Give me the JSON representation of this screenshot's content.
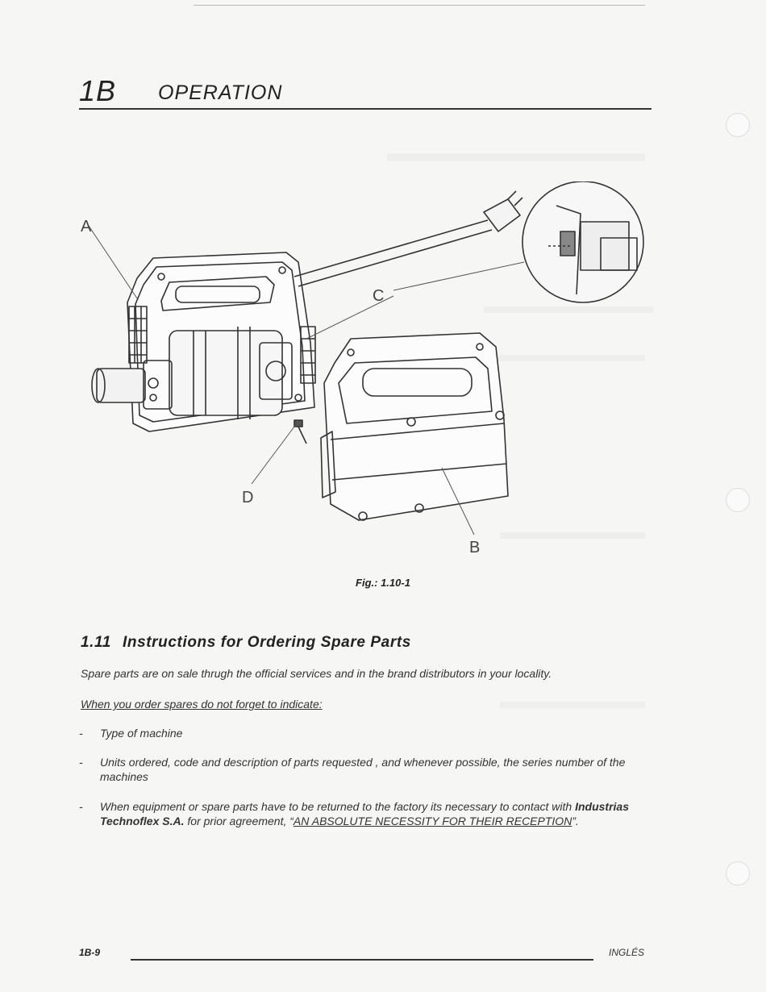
{
  "header": {
    "chapter": "1B",
    "title": "OPERATION"
  },
  "figure": {
    "labels": {
      "a": "A",
      "b": "B",
      "c": "C",
      "d": "D"
    },
    "caption": "Fig.: 1.10-1"
  },
  "section": {
    "number": "1.11",
    "title": "Instructions for Ordering Spare Parts",
    "intro": "Spare parts are on sale thrugh the official services and in the brand distributors in your locality.",
    "order_note": "When you order spares do not forget to indicate:",
    "bullets": [
      {
        "dash": "-",
        "text": "Type of machine"
      },
      {
        "dash": "-",
        "text": "Units ordered, code and description of parts requested , and whenever possible, the series number of the machines"
      }
    ],
    "bullet3": {
      "dash": "-",
      "part1": "When equipment or spare parts have to be returned to the factory its necessary to contact with ",
      "company": "Industrias Technoflex S.A.",
      "part2": " for prior agreement, “",
      "emphasis": "AN ABSOLUTE NECESSITY FOR THEIR RECEPTION",
      "part3": "”."
    }
  },
  "footer": {
    "page": "1B-9",
    "language": "INGLÉS"
  }
}
